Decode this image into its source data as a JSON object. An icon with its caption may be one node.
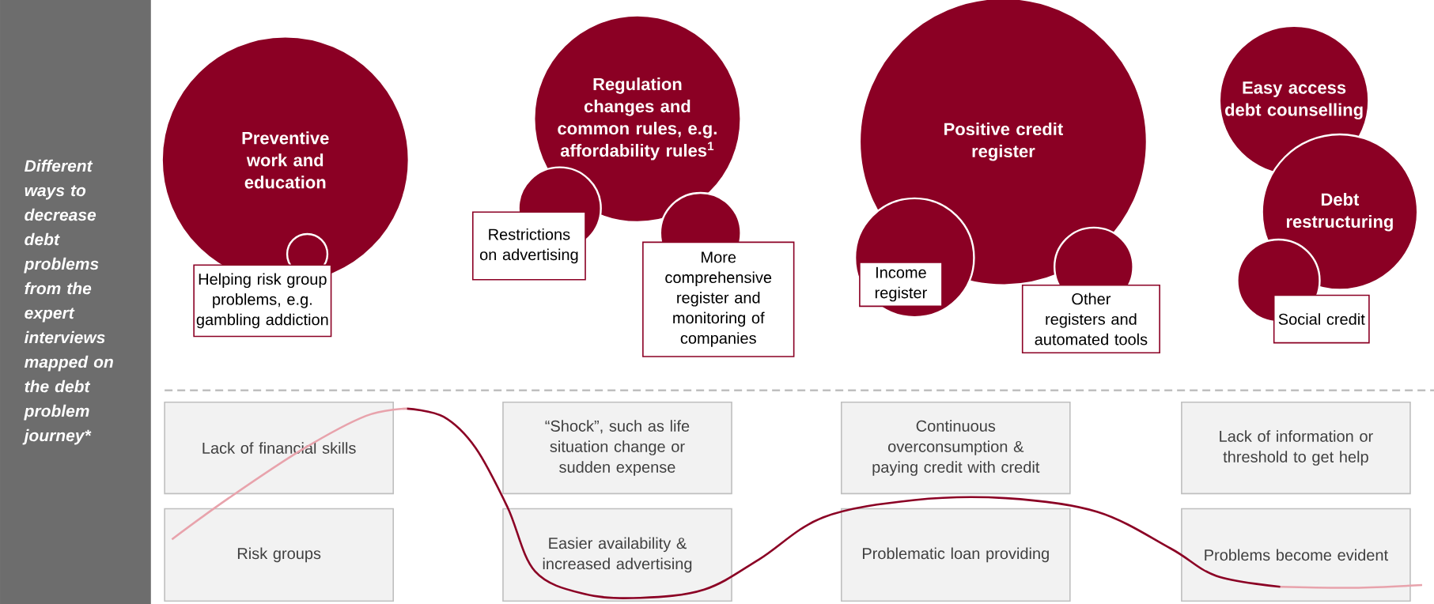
{
  "diagram": {
    "nodes": [
      {
        "text": [
          "Different ways to decrease debt problems from the expert interviews mapped on the debt problem journey*"
        ]
      },
      {
        "text": [
          "Preventive work and education"
        ]
      },
      {
        "text": [
          "Helping risk group problems, e.g. gambling addiction"
        ]
      },
      {
        "text": [
          "Regulation changes and common rules, e.g. affordability rules$^{1}$"
        ]
      },
      {
        "text": [
          "Restrictions on advertising"
        ]
      },
      {
        "text": [
          "More comprehensive register and monitoring of companies"
        ]
      },
      {
        "text": [
          "Positive credit register"
        ]
      },
      {
        "text": [
          "Income register"
        ]
      },
      {
        "text": [
          "Other registers and automated tools"
        ]
      },
      {
        "text": [
          "Easy access debt counselling"
        ]
      },
      {
        "text": [
          "Debt restructuring"
        ]
      },
      {
        "text": [
          "Social credit"
        ]
      },
      {
        "text": [
          "Lack of financial skills"
        ]
      },
      {
        "text": [
          "“Shock”, such as life situation change or sudden expense"
        ]
      },
      {
        "text": [
          "Continuous overconsumption & paying credit with credit"
        ]
      },
      {
        "text": [
          "Lack of information or threshold to get help"
        ]
      },
      {
        "text": [
          "Risk groups"
        ]
      },
      {
        "text": [
          "Easier availability & increased advertising"
        ]
      },
      {
        "text": [
          "Problematic loan providing"
        ]
      },
      {
        "text": [
          "Problems become evident"
        ]
      }
    ]
  }
}
